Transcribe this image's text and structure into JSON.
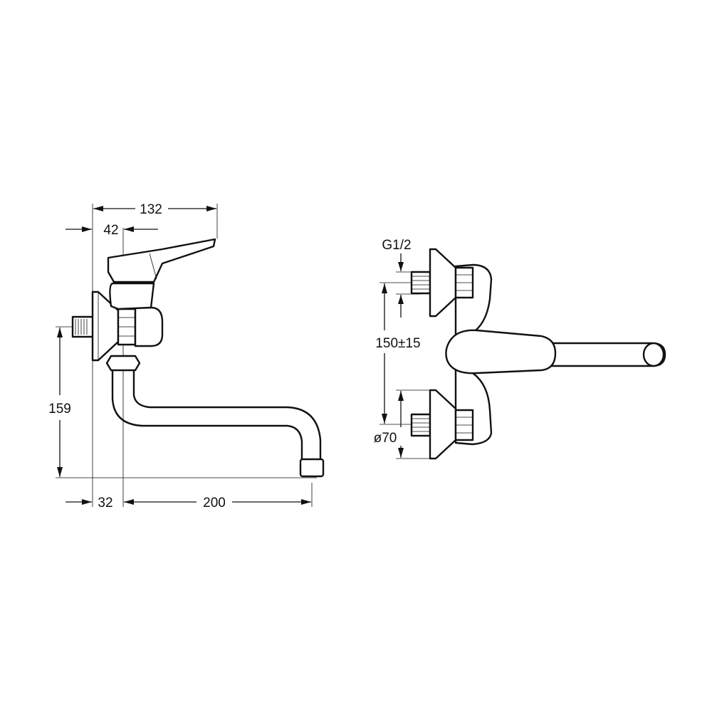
{
  "side_view": {
    "dim_total_depth": "132",
    "dim_lever_offset": "42",
    "dim_inlet_height": "159",
    "dim_wall_to_spout": "32",
    "dim_spout_reach": "200"
  },
  "front_view": {
    "dim_thread": "G1/2",
    "dim_centers": "150±15",
    "dim_rosette": "ø70"
  }
}
